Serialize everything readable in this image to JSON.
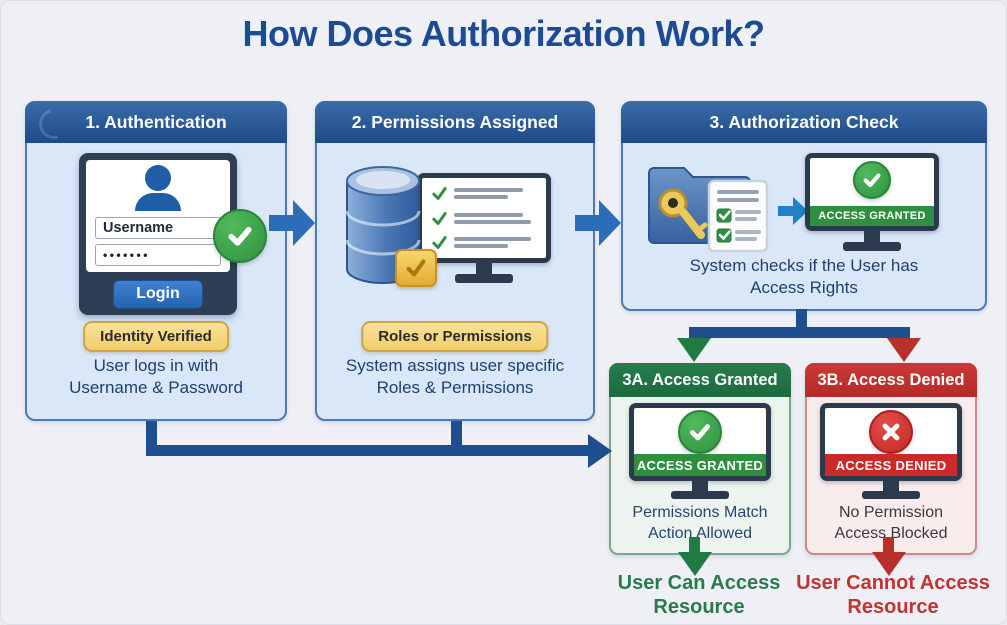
{
  "title": "How Does Authorization Work?",
  "steps": {
    "auth": {
      "header": "1. Authentication",
      "username_value": "Username",
      "password_mask": "•••••••",
      "login_label": "Login",
      "badge": "Identity Verified",
      "desc_line1": "User logs in with",
      "desc_line2": "Username & Password"
    },
    "perms": {
      "header": "2. Permissions Assigned",
      "badge": "Roles or Permissions",
      "desc_line1": "System assigns user specific",
      "desc_line2": "Roles & Permissions"
    },
    "check": {
      "header": "3. Authorization Check",
      "monitor_label": "ACCESS GRANTED",
      "desc_line1": "System checks if the User has",
      "desc_line2": "Access Rights"
    },
    "granted": {
      "header": "3A. Access Granted",
      "monitor_label": "ACCESS GRANTED",
      "desc_line1": "Permissions Match",
      "desc_line2": "Action Allowed",
      "outcome_line1": "User Can Access",
      "outcome_line2": "Resource"
    },
    "denied": {
      "header": "3B. Access Denied",
      "monitor_label": "ACCESS DENIED",
      "desc_line1": "No Permission",
      "desc_line2": "Access Blocked",
      "outcome_line1": "User Cannot Access",
      "outcome_line2": "Resource"
    }
  },
  "icon_glyphs": {
    "check": "✓",
    "cross": "✕",
    "password_dot": "•"
  },
  "colors": {
    "title_blue": "#1c4b94",
    "header_blue": "#1d4b88",
    "panel_fill": "#d9e7f8",
    "panel_border": "#4d79b6",
    "connector_blue": "#1e4e8e",
    "arrow_blue": "#2b6db6",
    "badge_yellow": "#f1cd6c",
    "badge_border": "#cfa440",
    "granted_header_green": "#1d6b3f",
    "denied_header_red": "#b42b28",
    "banner_green": "#2f8f3f",
    "banner_red": "#cc2a28",
    "desc_text": "#20416f",
    "outcome_green": "#2a7a4e",
    "outcome_red": "#c23331"
  }
}
